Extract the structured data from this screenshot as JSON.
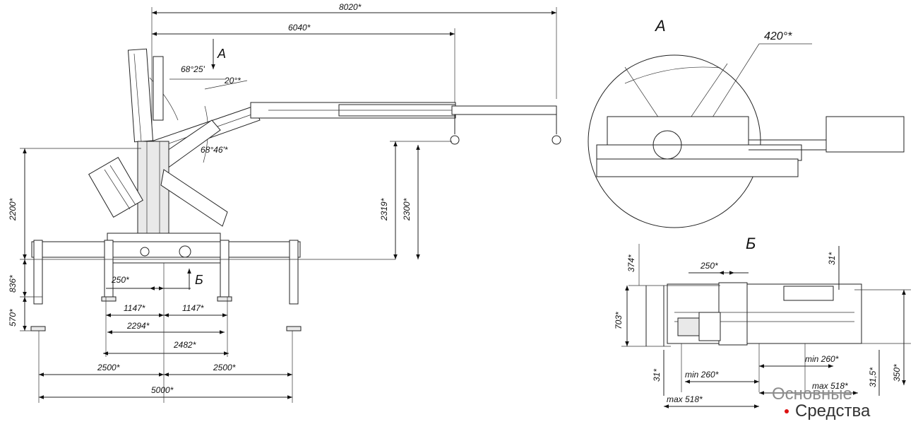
{
  "side_view": {
    "dims": {
      "d8020": "8020*",
      "d6040": "6040*",
      "d2200": "2200*",
      "d836": "836*",
      "d570": "570*",
      "d2319": "2319*",
      "d2300": "2300*",
      "d250": "250*",
      "d1147a": "1147*",
      "d1147b": "1147*",
      "d2294": "2294*",
      "d2482": "2482*",
      "d2500a": "2500*",
      "d2500b": "2500*",
      "d5000": "5000*"
    },
    "angles": {
      "a1": "68°25'",
      "a2": "20°*",
      "a3": "68°46'*"
    },
    "view_labels": {
      "A": "A",
      "B": "Б"
    }
  },
  "view_a": {
    "label": "A",
    "angle": "420°*"
  },
  "view_b": {
    "label": "Б",
    "dims": {
      "d374": "374*",
      "d250": "250*",
      "d31a": "31*",
      "d703": "703*",
      "d31b": "31*",
      "min260a": "min 260*",
      "min260b": "min 260*",
      "max518a": "max 518*",
      "max518b": "max 518*",
      "d315": "31,5*",
      "d350": "350*"
    }
  },
  "watermark": {
    "line1": "Основные",
    "line2": "Средства"
  }
}
